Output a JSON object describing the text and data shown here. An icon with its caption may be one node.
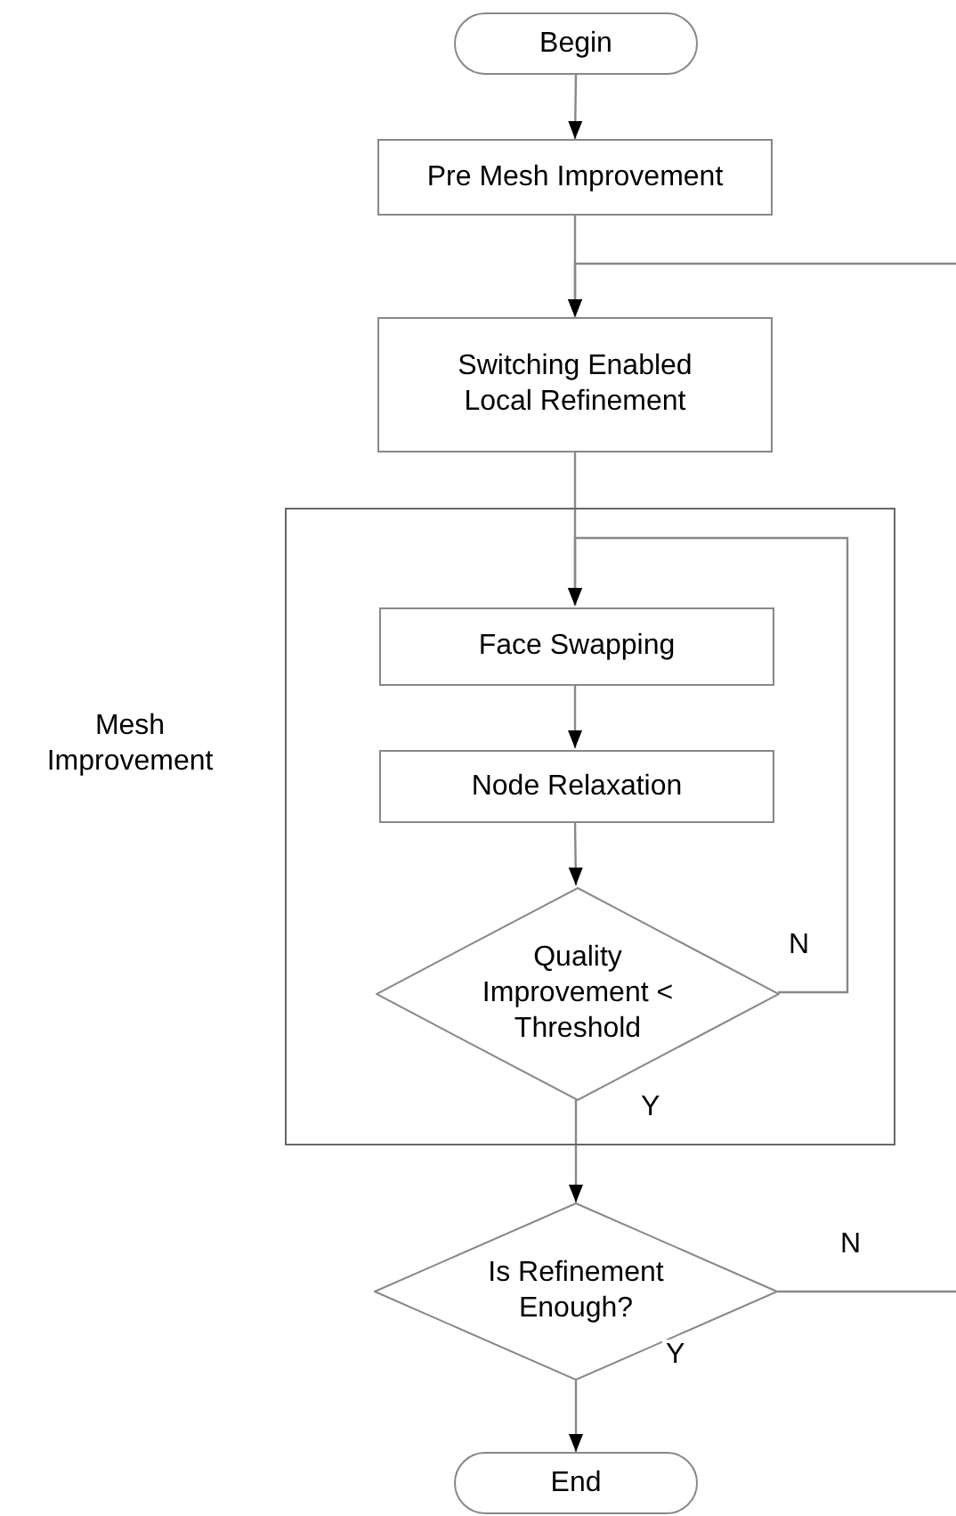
{
  "diagram": {
    "nodes": [
      {
        "text": [
          "Begin"
        ]
      },
      {
        "text": [
          "Pre Mesh Improvement"
        ]
      },
      {
        "text": [
          "Switching Enabled Local Refinement"
        ]
      },
      {
        "text": [
          "Mesh Improvement"
        ]
      },
      {
        "text": [
          "Face Swapping"
        ],
        "in": 3
      },
      {
        "text": [
          "Node Relaxation"
        ],
        "in": 3
      },
      {
        "text": [
          "Quality Improvement < Threshold"
        ],
        "in": 3
      },
      {
        "text": [
          "Is Refinement Enough?"
        ]
      },
      {
        "text": [
          "End"
        ]
      }
    ],
    "edges": [
      {
        "from": 0,
        "to": 1,
        "arrow": "to"
      },
      {
        "from": 1,
        "to": 2,
        "arrow": "to"
      },
      {
        "from": null,
        "to": 2,
        "arrow": "to"
      },
      {
        "from": 2,
        "to": 4,
        "arrow": "to"
      },
      {
        "from": 4,
        "to": 5,
        "arrow": "to"
      },
      {
        "from": 5,
        "to": 6,
        "arrow": "to"
      },
      {
        "from": 6,
        "to": 4,
        "label": "N",
        "arrow": "to"
      },
      {
        "from": 6,
        "to": 7,
        "label": "Y",
        "arrow": "to"
      },
      {
        "from": 7,
        "to": null,
        "label": "N",
        "arrow": "none"
      },
      {
        "from": 7,
        "to": 8,
        "label": "Y",
        "arrow": "to"
      }
    ]
  }
}
